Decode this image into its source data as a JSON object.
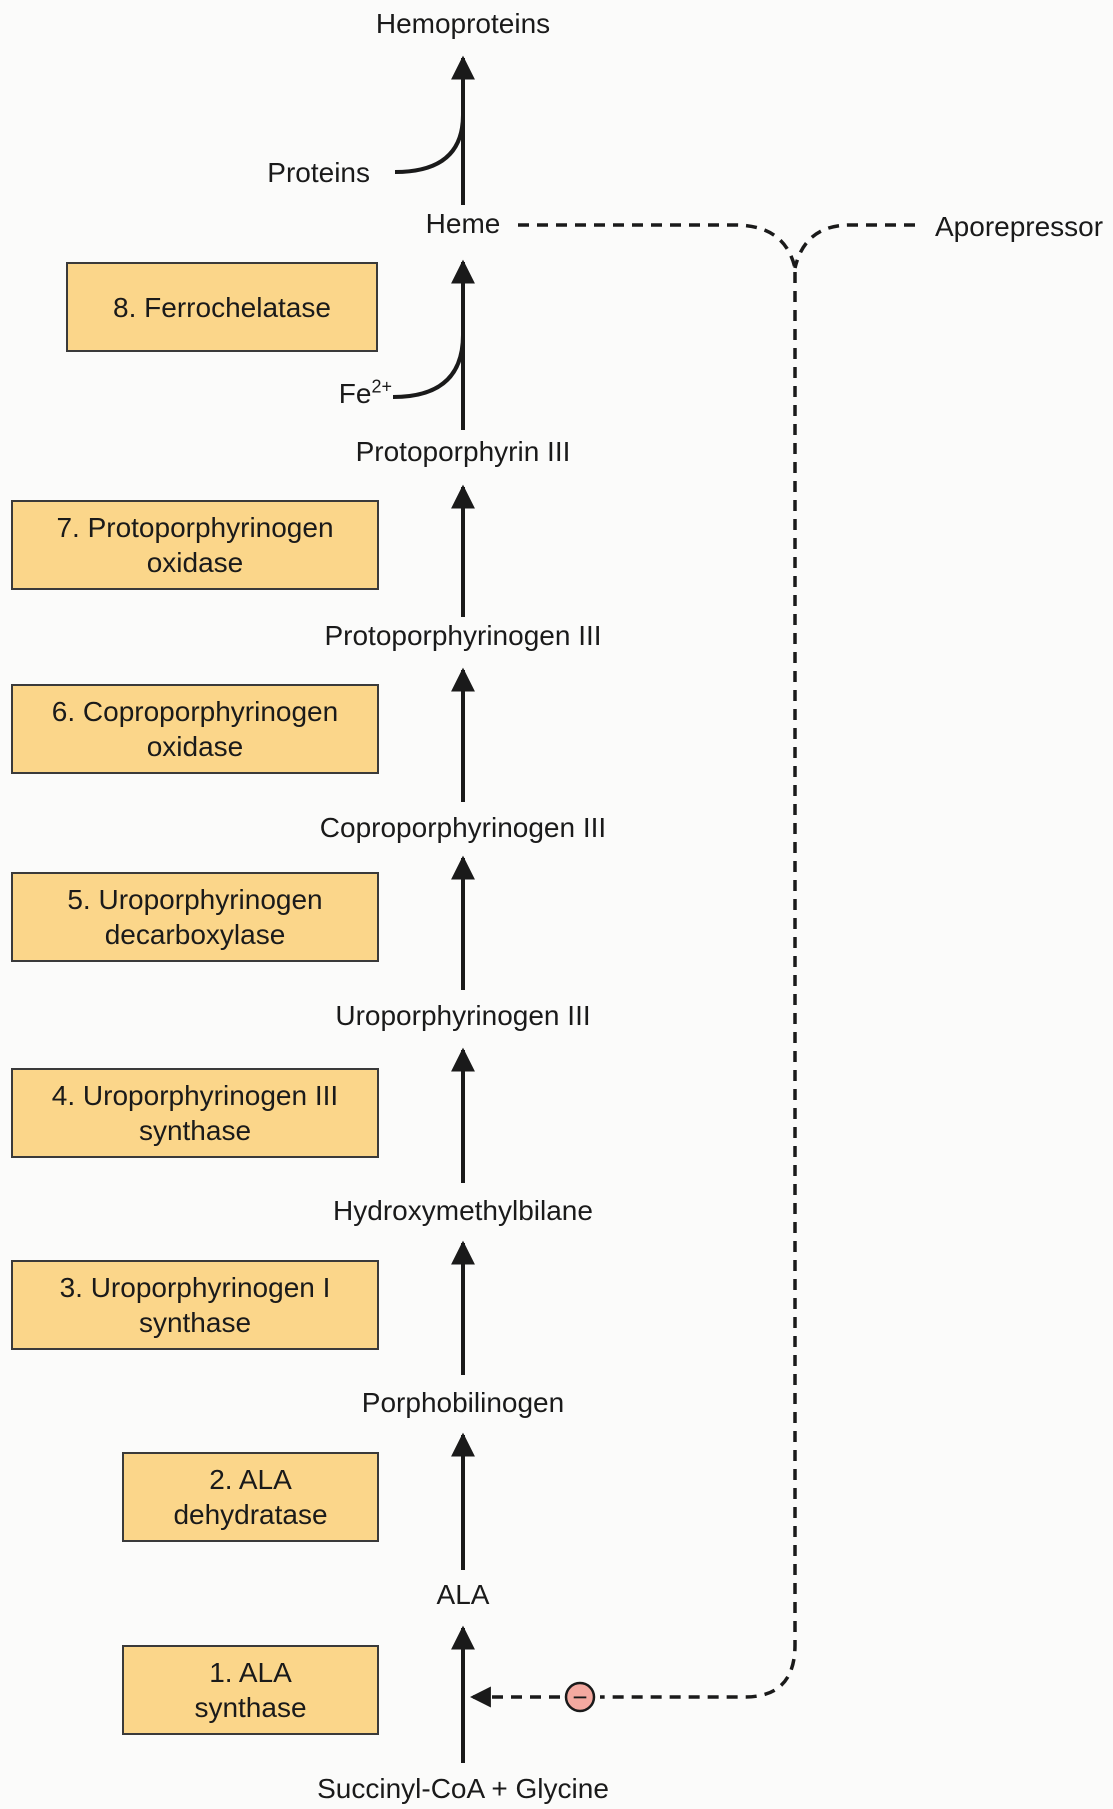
{
  "pathway": {
    "hemoproteins": "Hemoproteins",
    "proteins": "Proteins",
    "heme": "Heme",
    "aporepressor": "Aporepressor",
    "fe_base": "Fe",
    "fe_charge": "2+",
    "protoporphyrin": "Protoporphyrin III",
    "protoporphyrinogen": "Protoporphyrinogen III",
    "coproporphyrinogen": "Coproporphyrinogen III",
    "uroporphyrinogen": "Uroporphyrinogen III",
    "hydroxymethylbilane": "Hydroxymethylbilane",
    "porphobilinogen": "Porphobilinogen",
    "ala": "ALA",
    "substrate": "Succinyl-CoA + Glycine"
  },
  "enzymes": {
    "e8": {
      "line1": "8. Ferrochelatase"
    },
    "e7": {
      "line1": "7. Protoporphyrinogen",
      "line2": "oxidase"
    },
    "e6": {
      "line1": "6. Coproporphyrinogen",
      "line2": "oxidase"
    },
    "e5": {
      "line1": "5. Uroporphyrinogen",
      "line2": "decarboxylase"
    },
    "e4": {
      "line1": "4. Uroporphyrinogen III",
      "line2": "synthase"
    },
    "e3": {
      "line1": "3. Uroporphyrinogen I",
      "line2": "synthase"
    },
    "e2": {
      "line1": "2. ALA",
      "line2": "dehydratase"
    },
    "e1": {
      "line1": "1. ALA",
      "line2": "synthase"
    }
  },
  "feedback": {
    "inhibition_symbol": "−"
  },
  "colors": {
    "enzyme_fill": "#fbd68a",
    "inhibitor_fill": "#f4a9a0",
    "line": "#1a1a1a"
  }
}
